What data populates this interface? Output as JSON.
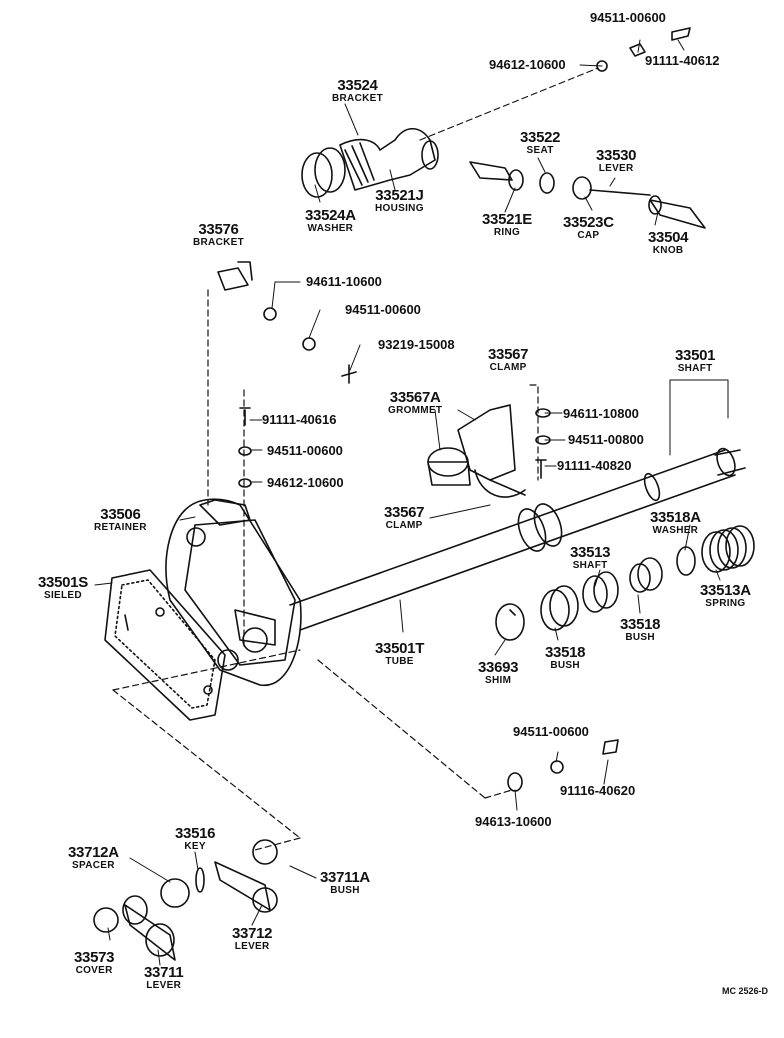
{
  "parts": [
    {
      "number": "33524",
      "name": "BRACKET"
    },
    {
      "number": "33524A",
      "name": "WASHER"
    },
    {
      "number": "33521J",
      "name": "HOUSING"
    },
    {
      "number": "33522",
      "name": "SEAT"
    },
    {
      "number": "33530",
      "name": "LEVER"
    },
    {
      "number": "33521E",
      "name": "RING"
    },
    {
      "number": "33523C",
      "name": "CAP"
    },
    {
      "number": "33504",
      "name": "KNOB"
    },
    {
      "number": "33576",
      "name": "BRACKET"
    },
    {
      "number": "33567",
      "name": "CLAMP"
    },
    {
      "number": "33567A",
      "name": "GROMMET"
    },
    {
      "number": "33501",
      "name": "SHAFT"
    },
    {
      "number": "33567",
      "name": "CLAMP"
    },
    {
      "number": "33506",
      "name": "RETAINER"
    },
    {
      "number": "33518A",
      "name": "WASHER"
    },
    {
      "number": "33513",
      "name": "SHAFT"
    },
    {
      "number": "33501S",
      "name": "SIELED"
    },
    {
      "number": "33518",
      "name": "BUSH"
    },
    {
      "number": "33513A",
      "name": "SPRING"
    },
    {
      "number": "33501T",
      "name": "TUBE"
    },
    {
      "number": "33518",
      "name": "BUSH"
    },
    {
      "number": "33693",
      "name": "SHIM"
    },
    {
      "number": "33516",
      "name": "KEY"
    },
    {
      "number": "33712A",
      "name": "SPACER"
    },
    {
      "number": "33711A",
      "name": "BUSH"
    },
    {
      "number": "33712",
      "name": "LEVER"
    },
    {
      "number": "33573",
      "name": "COVER"
    },
    {
      "number": "33711",
      "name": "LEVER"
    }
  ],
  "fasteners": [
    "94511-00600",
    "94612-10600",
    "91111-40612",
    "94611-10600",
    "94511-00600",
    "93219-15008",
    "91111-40616",
    "94511-00600",
    "94612-10600",
    "94611-10800",
    "94511-00800",
    "91111-40820",
    "94511-00600",
    "91116-40620",
    "94613-10600"
  ],
  "drawing_ref": "MC 2526-D",
  "colors": {
    "ink": "#111111",
    "paper": "#ffffff"
  }
}
